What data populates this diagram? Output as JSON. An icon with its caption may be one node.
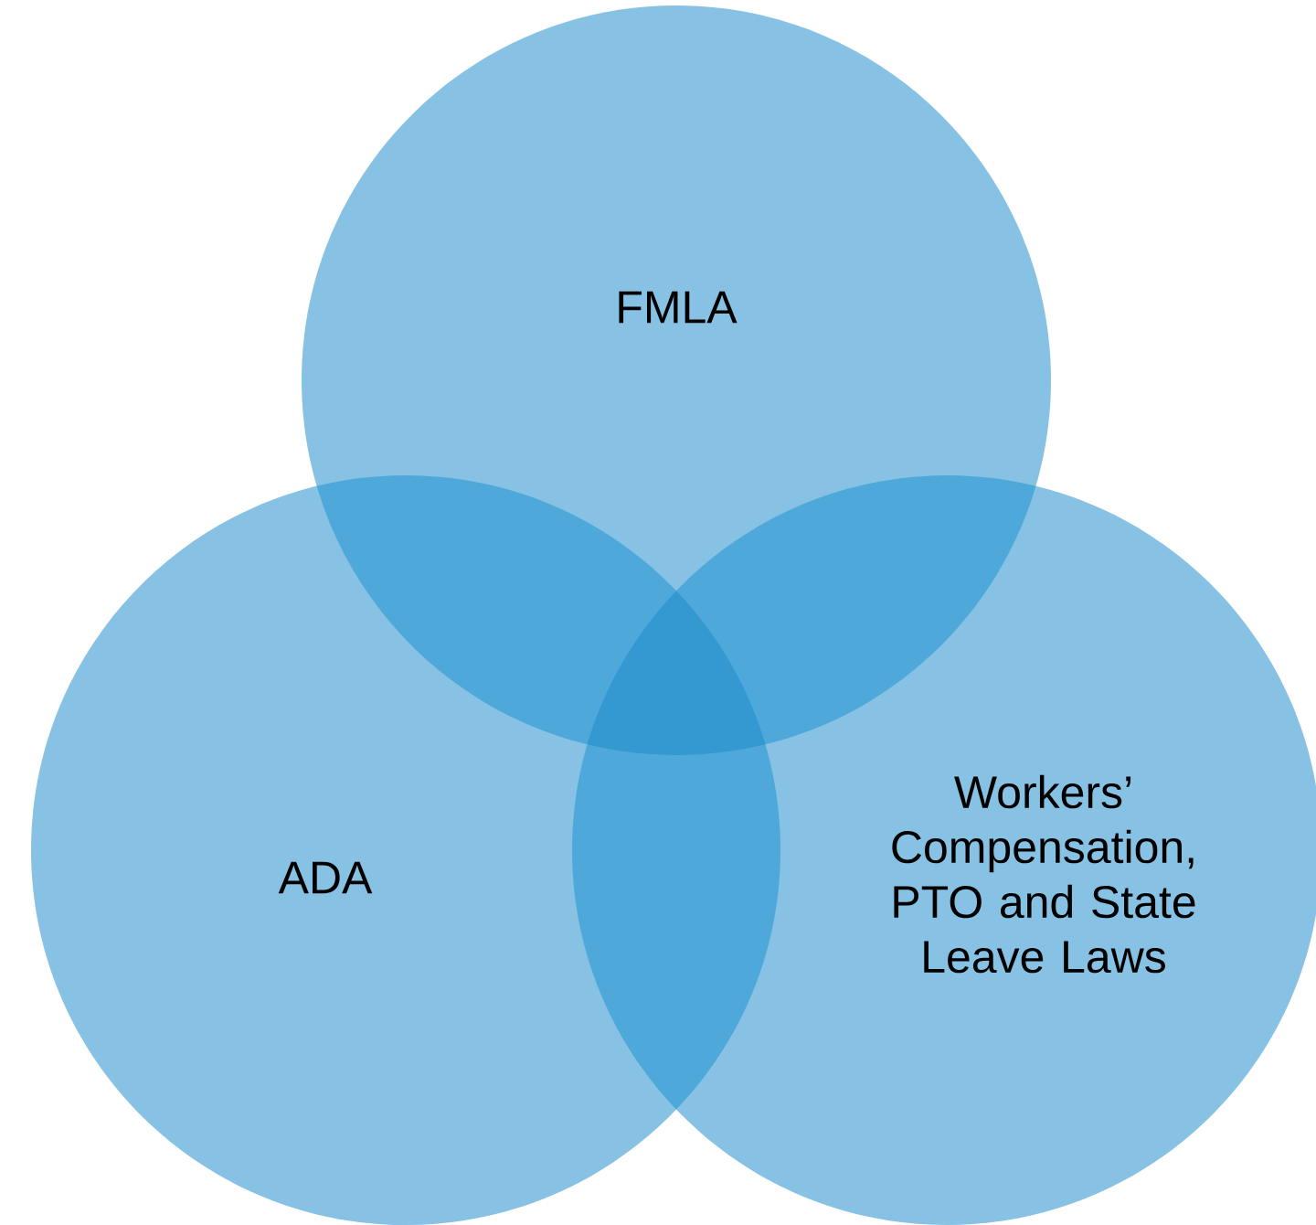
{
  "diagram": {
    "nodes": [
      {
        "text": [
          "FMLA"
        ]
      },
      {
        "text": [
          "ADA"
        ]
      },
      {
        "text": [
          "Workers’ Compensation, PTO and State Leave Laws"
        ]
      }
    ]
  }
}
